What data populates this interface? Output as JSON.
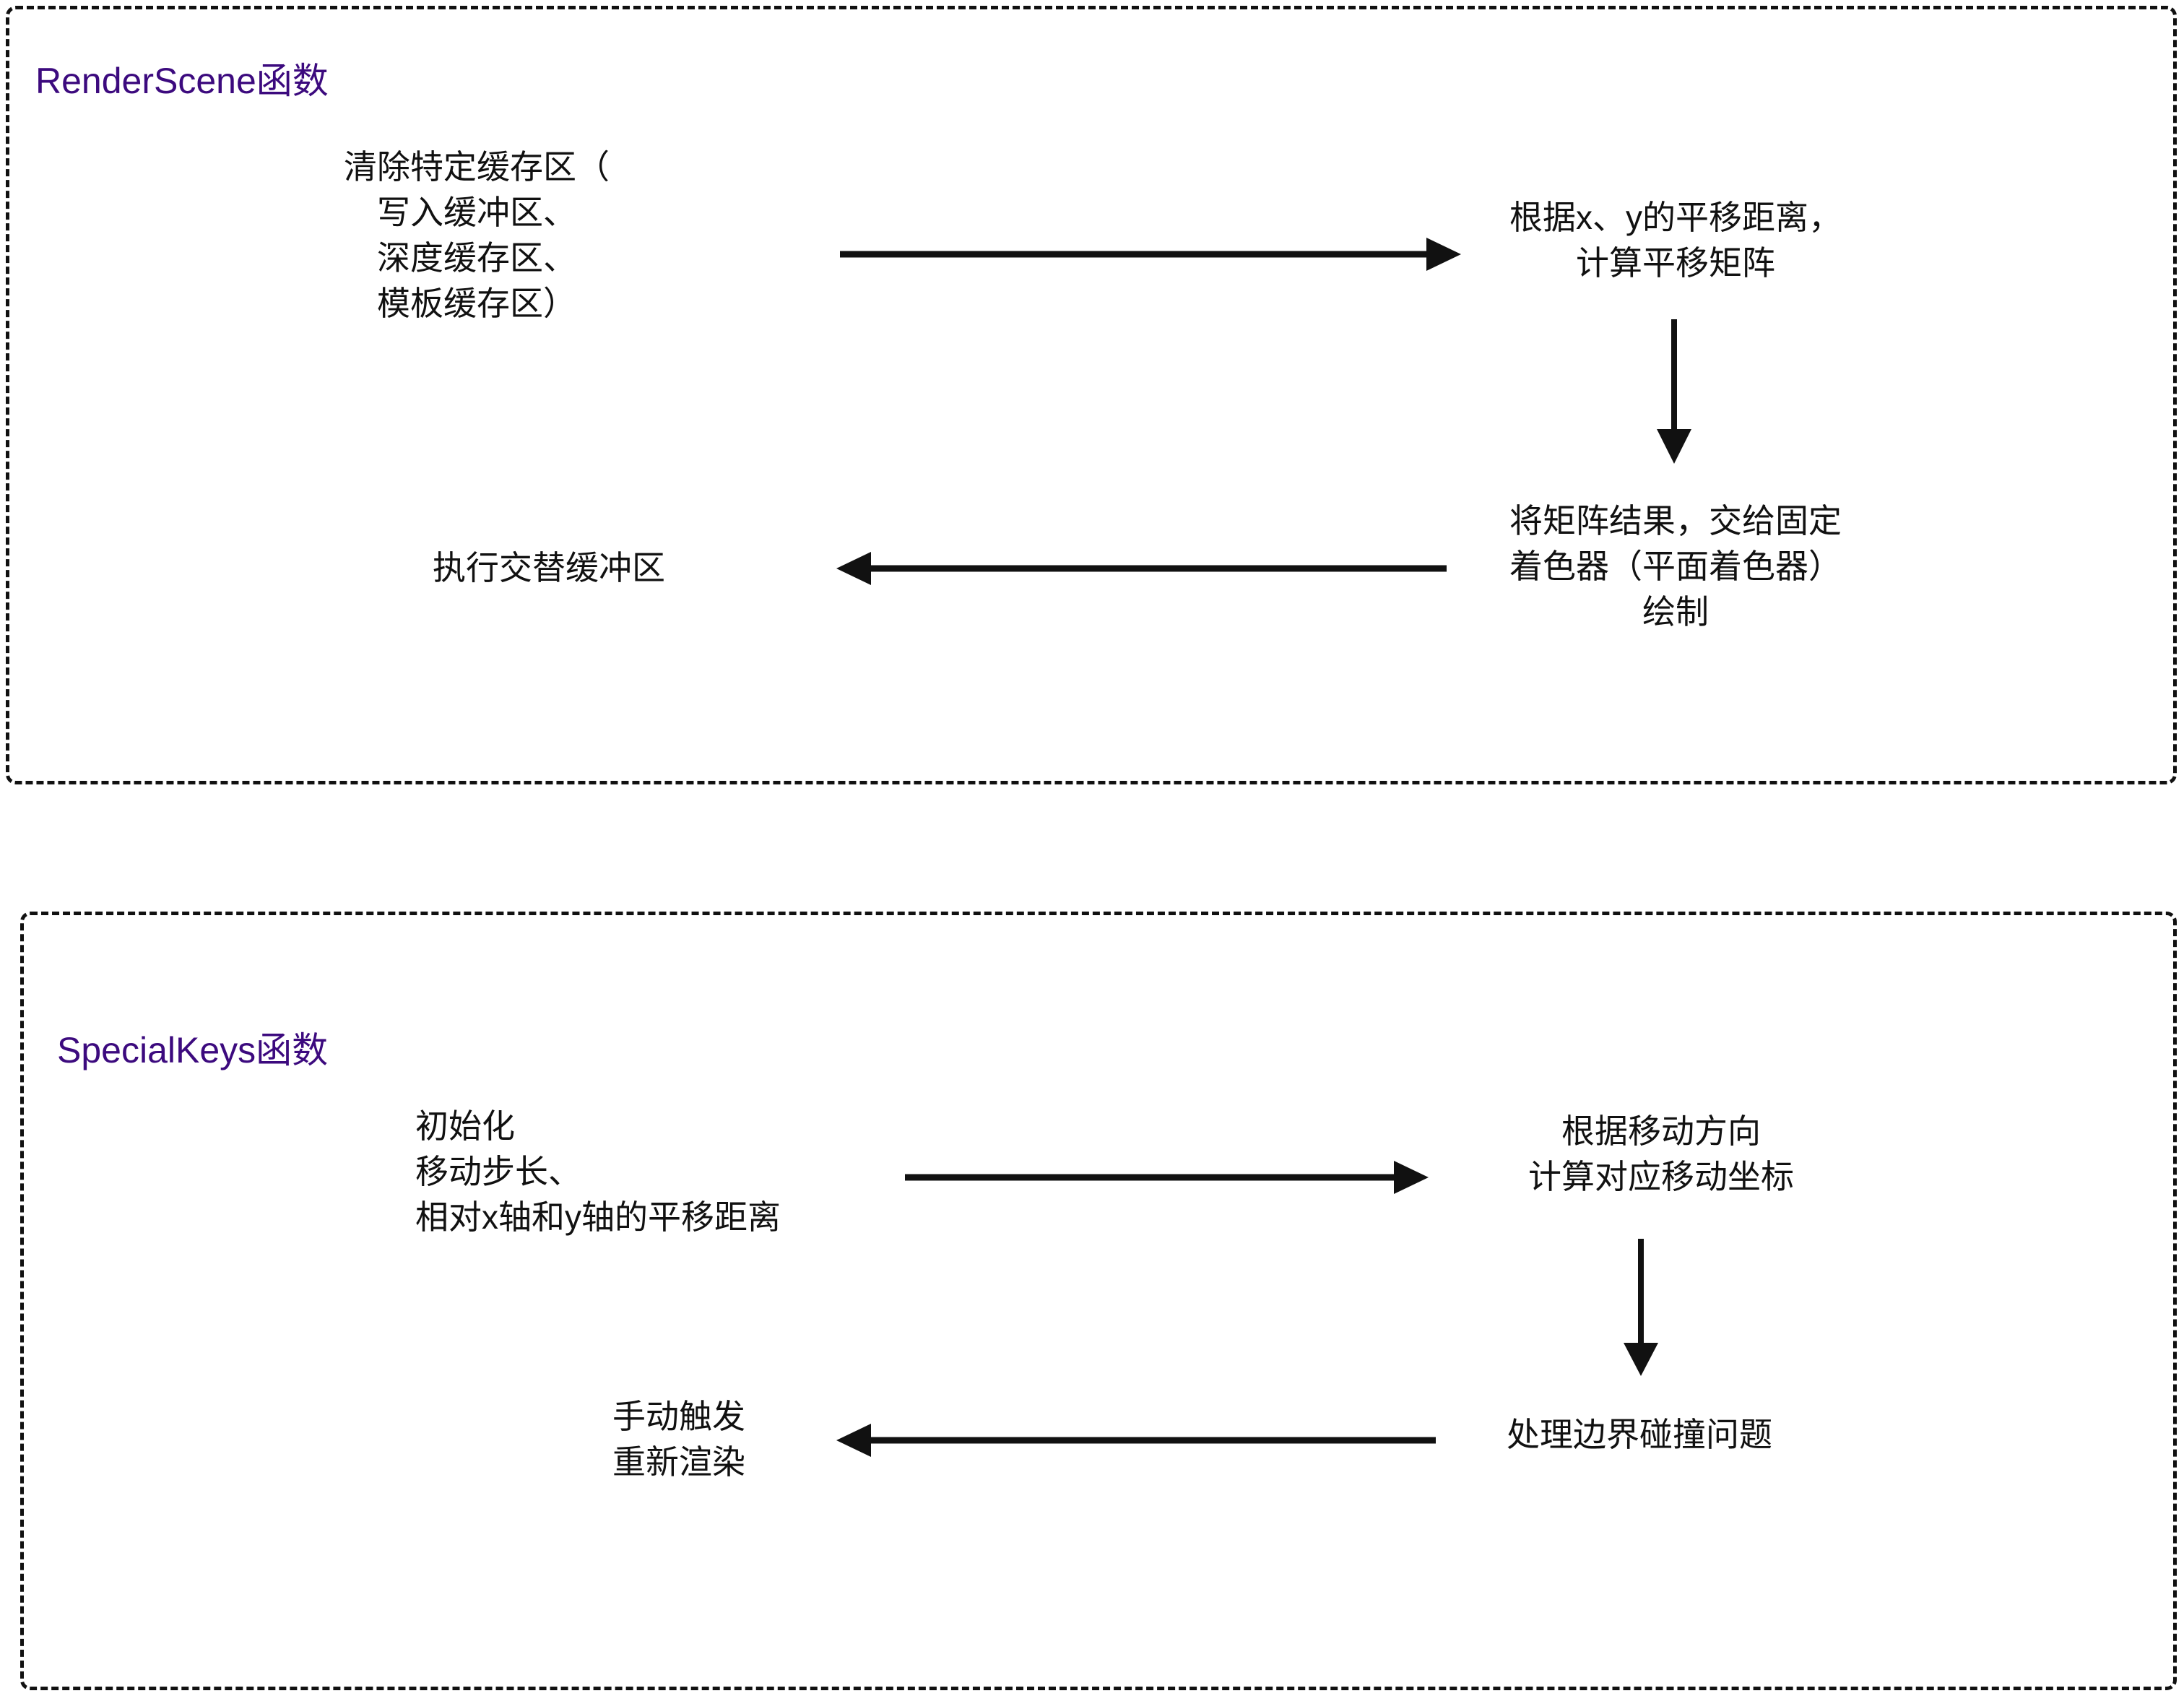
{
  "diagram": {
    "type": "flowchart",
    "background_color": "#ffffff",
    "title_color": "#3c0a7e",
    "stroke_color": "#111111",
    "groups": [
      {
        "id": "renderscene",
        "title": "RenderScene函数",
        "border_style": "dashed",
        "nodes": [
          {
            "id": "clear-buffers",
            "text": "清除特定缓存区（\n写入缓冲区、\n深度缓存区、\n模板缓存区）",
            "align": "center"
          },
          {
            "id": "translate-matrix",
            "text": "根据x、y的平移距离，\n计算平移矩阵",
            "align": "center"
          },
          {
            "id": "fixed-shader-draw",
            "text": "将矩阵结果，交给固定\n着色器（平面着色器）\n绘制",
            "align": "center"
          },
          {
            "id": "swap-buffers",
            "text": "执行交替缓冲区",
            "align": "center"
          }
        ],
        "edges": [
          {
            "id": "clear-to-translate",
            "from": "clear-buffers",
            "to": "translate-matrix",
            "direction": "right"
          },
          {
            "id": "translate-to-shader",
            "from": "translate-matrix",
            "to": "fixed-shader-draw",
            "direction": "down"
          },
          {
            "id": "shader-to-swap",
            "from": "fixed-shader-draw",
            "to": "swap-buffers",
            "direction": "left"
          }
        ]
      },
      {
        "id": "specialkeys",
        "title": "SpecialKeys函数",
        "border_style": "dashed",
        "nodes": [
          {
            "id": "init-step",
            "text": "初始化\n移动步长、\n相对x轴和y轴的平移距离",
            "align": "left"
          },
          {
            "id": "move-direction",
            "text": "根据移动方向\n计算对应移动坐标",
            "align": "center"
          },
          {
            "id": "boundary-collision",
            "text": "处理边界碰撞问题",
            "align": "center"
          },
          {
            "id": "manual-rerender",
            "text": "手动触发\n重新渲染",
            "align": "center"
          }
        ],
        "edges": [
          {
            "id": "init-to-direction",
            "from": "init-step",
            "to": "move-direction",
            "direction": "right"
          },
          {
            "id": "direction-to-collision",
            "from": "move-direction",
            "to": "boundary-collision",
            "direction": "down"
          },
          {
            "id": "collision-to-rerender",
            "from": "boundary-collision",
            "to": "manual-rerender",
            "direction": "left"
          }
        ]
      }
    ]
  }
}
